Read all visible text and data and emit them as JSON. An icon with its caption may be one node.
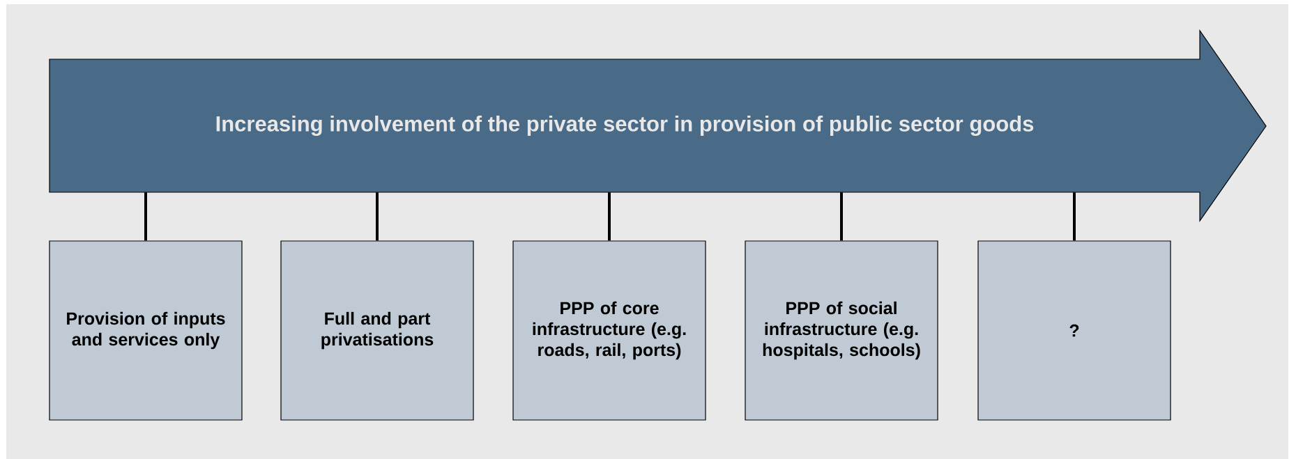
{
  "diagram": {
    "nodes": [
      {
        "text": [
          "Increasing involvement of the private sector in provision of public sector goods"
        ]
      },
      {
        "text": [
          "Provision of inputs and services only"
        ]
      },
      {
        "text": [
          "Full and part privatisations"
        ]
      },
      {
        "text": [
          "PPP of core infrastructure (e.g. roads, rail, ports)"
        ]
      },
      {
        "text": [
          "PPP of social infrastructure (e.g. hospitals, schools)"
        ]
      },
      {
        "text": [
          "?"
        ]
      }
    ],
    "edges": [
      {
        "from": 0,
        "to": 1,
        "arrow": "none"
      },
      {
        "from": 0,
        "to": 2,
        "arrow": "none"
      },
      {
        "from": 0,
        "to": 3,
        "arrow": "none"
      },
      {
        "from": 0,
        "to": 4,
        "arrow": "none"
      },
      {
        "from": 0,
        "to": 5,
        "arrow": "none"
      }
    ]
  }
}
